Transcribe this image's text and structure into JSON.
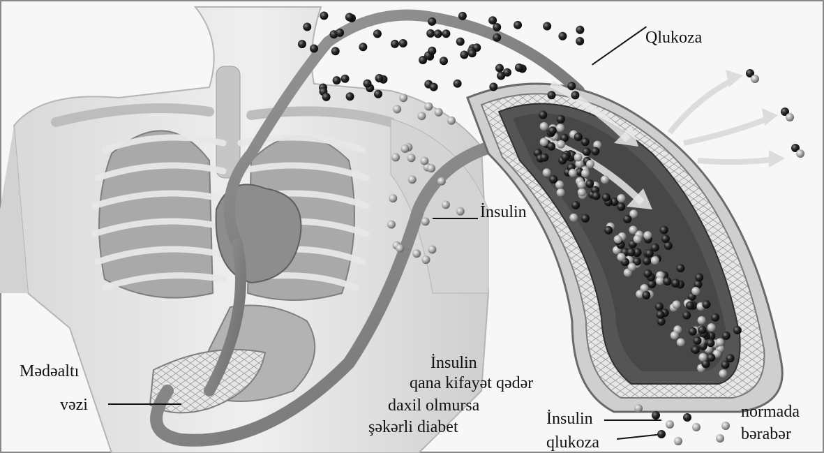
{
  "labels": {
    "glucose": "Qlukoza",
    "insulin_top": "İnsulin",
    "pancreas_line1": "Mədəaltı",
    "pancreas_line2": "vəzi",
    "note_line1": "İnsulin",
    "note_line2": "qana kifayət qədər",
    "note_line3": "daxil olmursa",
    "note_line4": "şəkərli diabet",
    "legend_insulin": "İnsulin",
    "legend_glucose": "qlukoza",
    "normal_line1": "normada",
    "normal_line2": "bərabər"
  },
  "colors": {
    "background": "#ffffff",
    "glucose_particle": "#2a2a2a",
    "insulin_particle": "#a8a8a8",
    "vessel": "#6e6e6e",
    "body": "#d6d6d6"
  }
}
